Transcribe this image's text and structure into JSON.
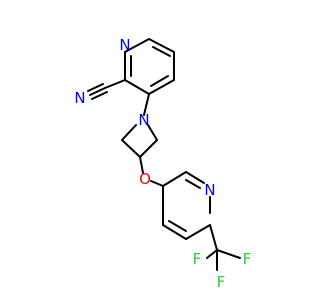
{
  "molecule": {
    "colors": {
      "bond": "#000000",
      "nitrogen": "#0000ff",
      "oxygen": "#ff0000",
      "fluorine": "#33cc33",
      "background": "#ffffff"
    },
    "atom_labels": {
      "pyridine_top_N": "N",
      "nitrile_N": "N",
      "azetidine_N": "N",
      "ether_O": "O",
      "pyridine_bottom_N": "N",
      "F_left": "F",
      "F_right": "F",
      "F_bottom": "F"
    }
  }
}
